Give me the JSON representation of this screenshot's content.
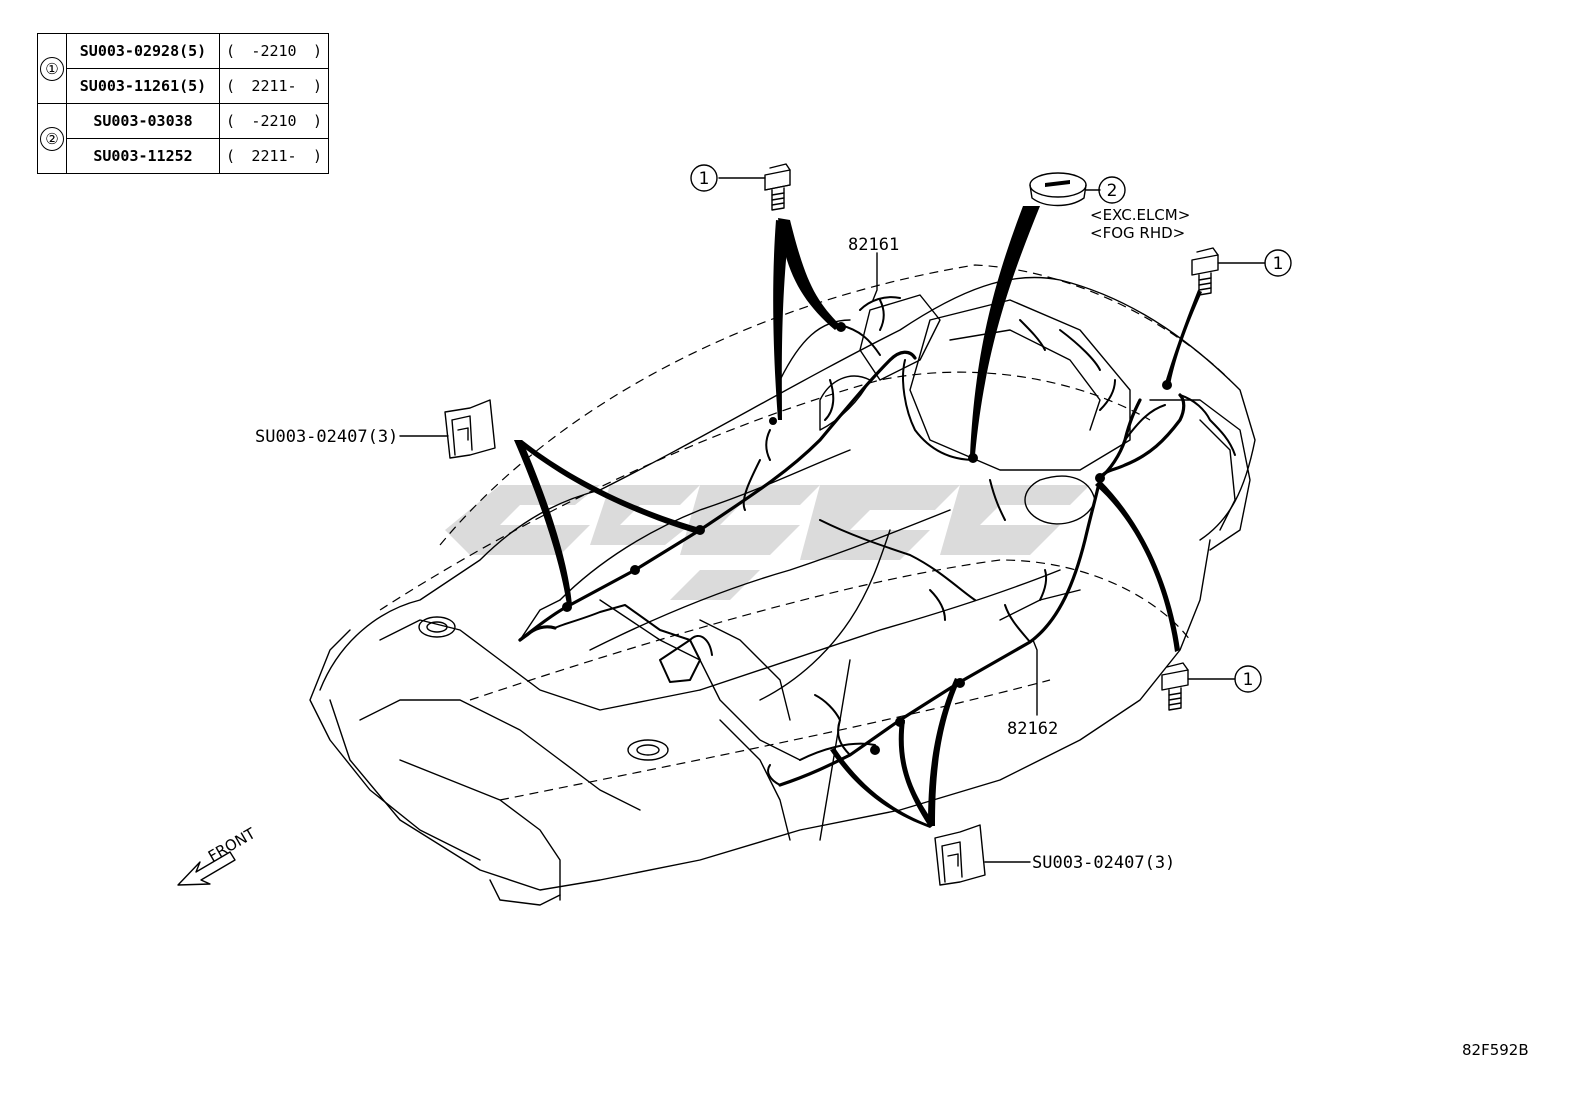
{
  "parts_table": {
    "groups": [
      {
        "num": "①",
        "rows": [
          {
            "part": "SU003-02928(5)",
            "open": "(",
            "range": "-2210",
            "close": ")"
          },
          {
            "part": "SU003-11261(5)",
            "open": "(",
            "range": "2211-",
            "close": ")"
          }
        ]
      },
      {
        "num": "②",
        "rows": [
          {
            "part": "SU003-03038",
            "open": "(",
            "range": "-2210",
            "close": ")"
          },
          {
            "part": "SU003-11252",
            "open": "(",
            "range": "2211-",
            "close": ")"
          }
        ]
      }
    ]
  },
  "callouts": {
    "bolt_ref": "1",
    "grommet_ref": "2",
    "harness_front": "82161",
    "harness_rear": "82162",
    "clip_left": "SU003-02407(3)",
    "clip_bottom": "SU003-02407(3)",
    "cond_1": "<EXC.ELCM>",
    "cond_2": "<FOG RHD>",
    "front": "FRONT"
  },
  "diagram_code": "82F592B"
}
